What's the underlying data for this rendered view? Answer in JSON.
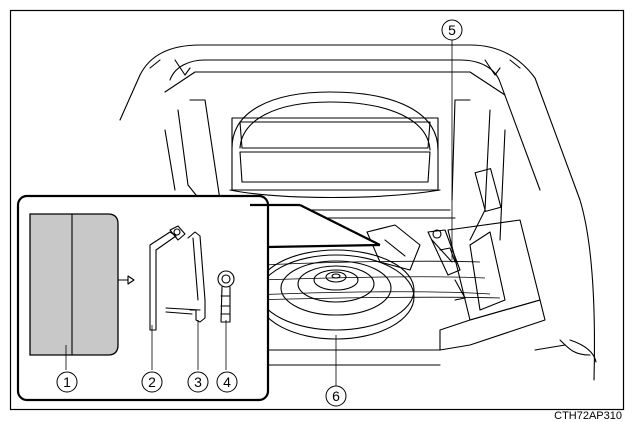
{
  "callouts": [
    {
      "id": "callout-1",
      "label": "1"
    },
    {
      "id": "callout-2",
      "label": "2"
    },
    {
      "id": "callout-3",
      "label": "3"
    },
    {
      "id": "callout-4",
      "label": "4"
    },
    {
      "id": "callout-5",
      "label": "5"
    },
    {
      "id": "callout-6",
      "label": "6"
    }
  ],
  "figure_code": "CTH72AP310",
  "colors": {
    "line": "#000000",
    "background": "#ffffff",
    "bag_fill": "#c8c8c8"
  }
}
